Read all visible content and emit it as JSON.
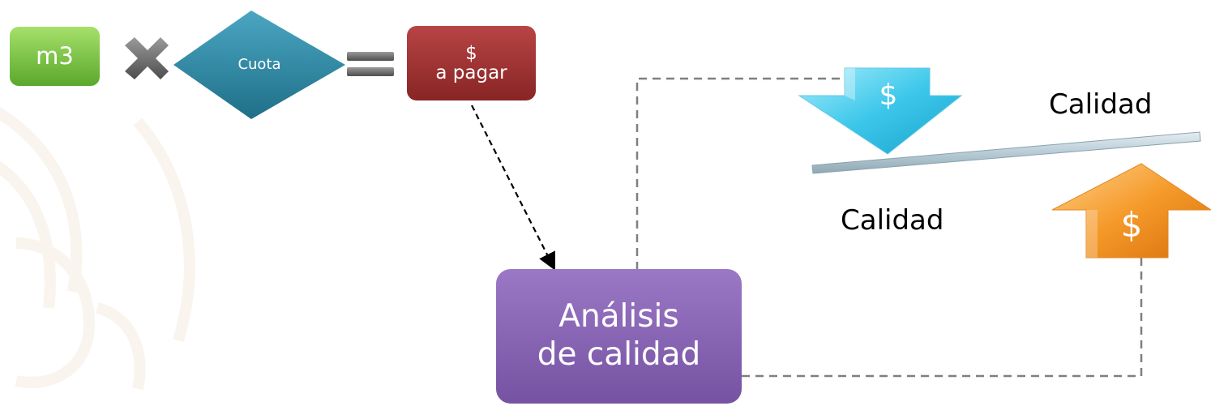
{
  "diagram": {
    "volume_label": "m3",
    "rate_label": "Cuota",
    "amount_symbol": "$",
    "amount_label": "a pagar",
    "analysis_line1": "Análisis",
    "analysis_line2": "de calidad",
    "down_arrow_symbol": "$",
    "up_arrow_symbol": "$",
    "quality_high_label": "Calidad",
    "quality_low_label": "Calidad"
  },
  "colors": {
    "green": "#7ec843",
    "teal": "#2f8ba6",
    "red": "#9e3232",
    "purple": "#8a66b5",
    "cyan_arrow": "#3cc7ea",
    "orange_arrow": "#f08a1e",
    "operator_gray": "#6f6f6f"
  }
}
